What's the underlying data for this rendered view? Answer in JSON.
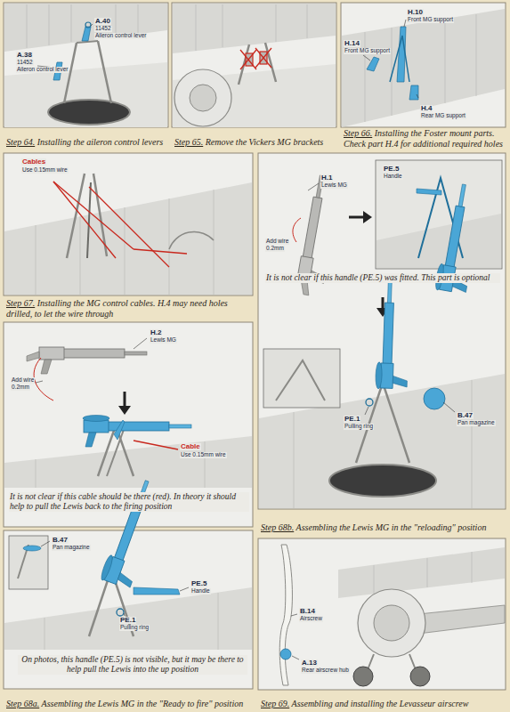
{
  "diagram": {
    "nodes": [
      {
        "text": [
          "Step 64.",
          "Installing the aileron control levers"
        ]
      },
      {
        "text": [
          "Step 65.",
          "Remove the Vickers MG brackets"
        ]
      },
      {
        "text": [
          "Step 66.",
          "Installing the Foster mount parts. Check part H.4 for additional required holes"
        ]
      },
      {
        "text": [
          "Step 67.",
          "Installing the MG control cables. H.4 may need holes drilled, to let the wire through"
        ]
      },
      {
        "text": [
          "Step 68a.",
          "Assembling the Lewis MG in the \"Ready to fire\" position"
        ]
      },
      {
        "text": [
          "Step 68b.",
          "Assembling the Lewis MG in the \"reloading\" position"
        ]
      },
      {
        "text": [
          "Step 69.",
          "Assembling and installing the Levasseur airscrew"
        ]
      }
    ],
    "labels": [
      "A.40",
      "11452",
      "Aileron control lever",
      "A.38",
      "11452",
      "Aileron control lever",
      "H.10",
      "Front MG support",
      "H.14",
      "Front MG support",
      "H.4",
      "Rear MG support",
      "Cables",
      "Use 0.15mm wire",
      "H.2",
      "Lewis MG",
      "Add wire",
      "0.2mm",
      "Cable",
      "Use 0.15mm wire",
      "It is not clear if this cable should be there (red). In theory it should help to pull the Lewis back to the firing position",
      "B.47",
      "Pan magazine",
      "PE.5",
      "Handle",
      "PE.1",
      "Pulling ring",
      "On photos, this handle (PE.5) is not visible, but it may be there to help pull the Lewis into the up position",
      "H.1",
      "Lewis MG",
      "Add wire",
      "0.2mm",
      "PE.5",
      "Handle",
      "It is not clear if this handle (PE.5) was fitted. This part is optional",
      "PE.1",
      "Pulling ring",
      "B.47",
      "Pan magazine",
      "B.14",
      "Airscrew",
      "A.13",
      "Rear airscrew hub"
    ]
  }
}
